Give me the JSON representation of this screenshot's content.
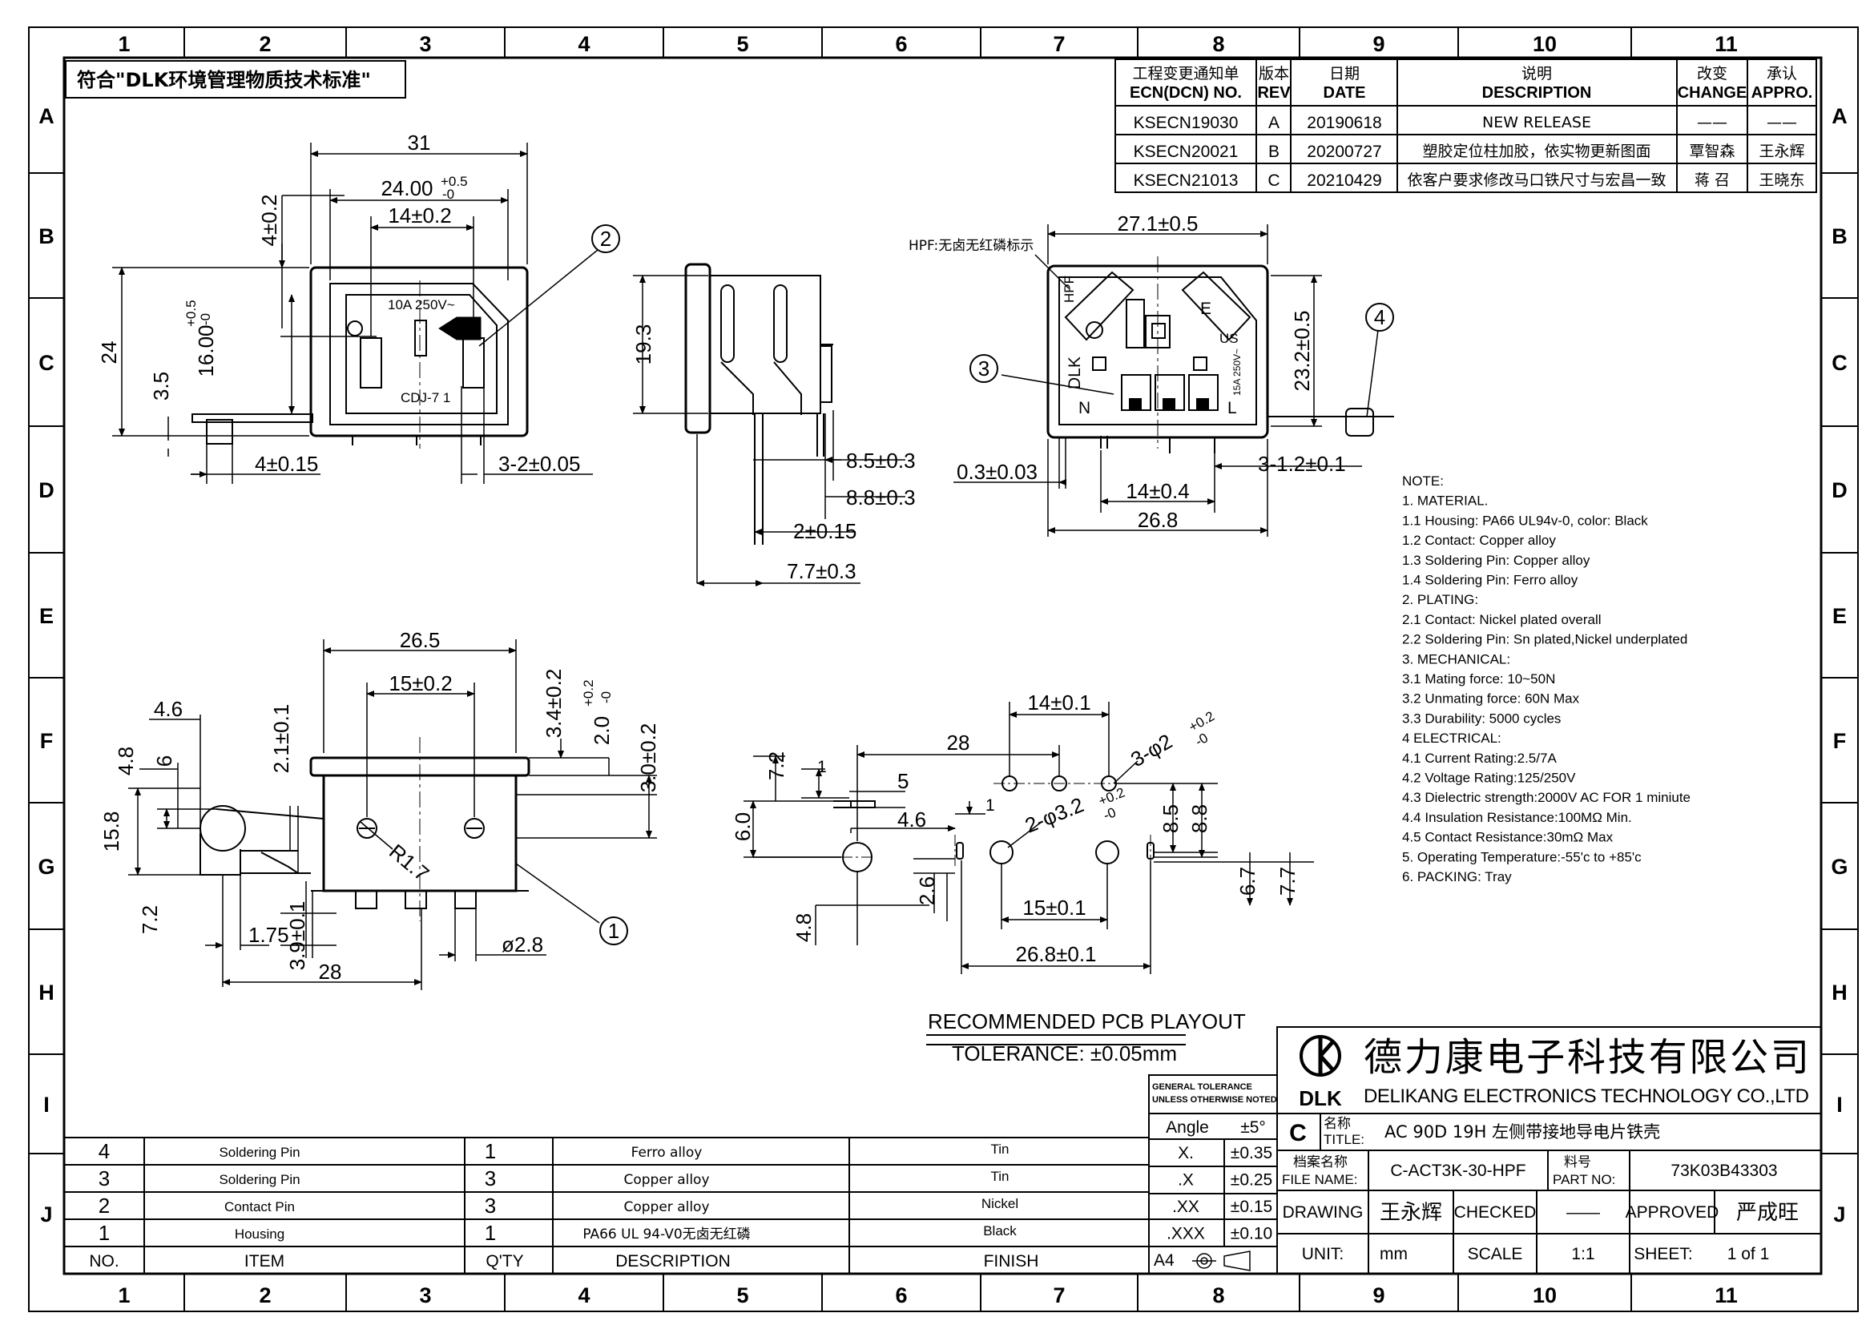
{
  "zones": {
    "columns": [
      "1",
      "2",
      "3",
      "4",
      "5",
      "6",
      "7",
      "8",
      "9",
      "10",
      "11"
    ],
    "rows": [
      "A",
      "B",
      "C",
      "D",
      "E",
      "F",
      "G",
      "H",
      "I",
      "J"
    ]
  },
  "compliance_note": "符合\"DLK环境管理物质技术标准\"",
  "revision_table": {
    "headers": {
      "ecn_cn": "工程变更通知单",
      "ecn_en": "ECN(DCN) NO.",
      "rev_cn": "版本",
      "rev_en": "REV",
      "date_cn": "日期",
      "date_en": "DATE",
      "desc_cn": "说明",
      "desc_en": "DESCRIPTION",
      "change_cn": "改变",
      "change_en": "CHANGE",
      "appro_cn": "承认",
      "appro_en": "APPRO."
    },
    "rows": [
      {
        "ecn": "KSECN19030",
        "rev": "A",
        "date": "20190618",
        "desc": "NEW RELEASE",
        "change": "——",
        "appro": "——"
      },
      {
        "ecn": "KSECN20021",
        "rev": "B",
        "date": "20200727",
        "desc": "塑胶定位柱加胶，依实物更新图面",
        "change": "覃智森",
        "appro": "王永辉"
      },
      {
        "ecn": "KSECN21013",
        "rev": "C",
        "date": "20210429",
        "desc": "依客户要求修改马口铁尺寸与宏昌一致",
        "change": "蒋 召",
        "appro": "王晓东"
      }
    ]
  },
  "front_view": {
    "dims": {
      "overall_width": "31",
      "opening_width": "24.00",
      "opening_width_tol_top": "+0.5",
      "opening_width_tol_bot": "-0",
      "pin_pitch": "14±0.2",
      "height": "24",
      "top_offset": "4±0.2",
      "opening_height": "16.00",
      "opening_height_tol_top": "+0.5",
      "opening_height_tol_bot": "-0",
      "plate_thickness": "3.5",
      "tab": "4±0.15",
      "pin_width": "3-2±0.05"
    },
    "markings": {
      "rating": "10A  250V~",
      "model": "CDJ-7  1"
    },
    "balloon": "2"
  },
  "side_view": {
    "dims": {
      "height": "19.3",
      "d1": "8.5±0.3",
      "d2": "8.8±0.3",
      "d3": "2±0.15",
      "d4": "7.7±0.3"
    }
  },
  "rear_view": {
    "hpf_label": "HPF:无卤无红磷标示",
    "dims": {
      "width": "27.1±0.5",
      "height": "23.2±0.5",
      "gap": "0.3±0.03",
      "pitch": "14±0.4",
      "base": "26.8",
      "pins": "3-1.2±0.1"
    },
    "letters": {
      "n": "N",
      "l": "L",
      "e": "E",
      "dlk": "DLK",
      "hpf": "HPF",
      "us": "US",
      "rating": "15A 250V~"
    },
    "balloons": {
      "housing": "3",
      "plate": "4"
    }
  },
  "bottom_view": {
    "dims": {
      "width": "26.5",
      "pitch": "15±0.2",
      "top1": "3.4±0.2",
      "top2": "2.0",
      "top2_tol_top": "+0.2",
      "top2_tol_bot": "-0",
      "top3": "3.0±0.2",
      "left1": "4.6",
      "left2": "6",
      "left3": "4.8",
      "left4": "15.8",
      "left5": "2.1±0.1",
      "bot1": "7.2",
      "bot2": "1.75",
      "bot3": "3.9±0.1",
      "bot4": "28",
      "hole": "ø2.8",
      "radius": "R1.7"
    },
    "balloon": "1"
  },
  "pcb_layout": {
    "dims": {
      "pitch_top": "14±0.1",
      "hole_top": "3-φ2",
      "hole_top_tol_top": "+0.2",
      "hole_top_tol_bot": "-0",
      "w28": "28",
      "h7_2": "7.2",
      "d1": "1",
      "d5": "5",
      "d1b": "1",
      "d4_6": "4.6",
      "d6_0": "6.0",
      "hole_big": "2-φ3.2",
      "hole_big_tol_top": "+0.2",
      "hole_big_tol_bot": "-0",
      "h8_5": "8.5",
      "h8_8": "8.8",
      "h6_7": "6.7",
      "h7_7": "7.7",
      "d2_6": "2.6",
      "d4_8": "4.8",
      "pitch_bot": "15±0.1",
      "width_bot": "26.8±0.1"
    },
    "title": "RECOMMENDED PCB PLAYOUT",
    "tolerance": "TOLERANCE: ±0.05mm"
  },
  "notes": [
    "NOTE:",
    "1.  MATERIAL.",
    "1.1  Housing:  PA66  UL94v-0,  color:  Black",
    "1.2  Contact:  Copper  alloy",
    "1.3  Soldering  Pin:  Copper  alloy",
    "1.4  Soldering  Pin:    Ferro  alloy",
    "2.  PLATING:",
    "2.1  Contact:  Nickel  plated  overall",
    "2.2  Soldering  Pin:  Sn  plated,Nickel  underplated",
    "3.    MECHANICAL:",
    "3.1  Mating  force:  10~50N",
    "3.2  Unmating  force:  60N  Max",
    "3.3  Durability:  5000  cycles",
    "4    ELECTRICAL:",
    "4.1  Current  Rating:2.5/7A",
    "4.2  Voltage  Rating:125/250V",
    "4.3  Dielectric  strength:2000V  AC  FOR  1  miniute",
    "4.4  Insulation  Resistance:100MΩ  Min.",
    "4.5  Contact  Resistance:30mΩ  Max",
    "5.  Operating  Temperature:-55'c  to  +85'c",
    "6.  PACKING:  Tray"
  ],
  "bom": {
    "headers": {
      "no": "NO.",
      "item": "ITEM",
      "qty": "Q'TY",
      "desc": "DESCRIPTION",
      "finish": "FINISH"
    },
    "rows": [
      {
        "no": "4",
        "item": "Soldering  Pin",
        "qty": "1",
        "desc": "Ferro  alloy",
        "finish": "Tin"
      },
      {
        "no": "3",
        "item": "Soldering  Pin",
        "qty": "3",
        "desc": "Copper  alloy",
        "finish": "Tin"
      },
      {
        "no": "2",
        "item": "Contact  Pin",
        "qty": "3",
        "desc": "Copper  alloy",
        "finish": "Nickel"
      },
      {
        "no": "1",
        "item": "Housing",
        "qty": "1",
        "desc": "PA66  UL  94-V0无卤无红磷",
        "finish": "Black"
      }
    ]
  },
  "tolerance_block": {
    "general1": "GENERAL TOLERANCE",
    "general2": "UNLESS OTHERWISE NOTED",
    "angle_label": "Angle",
    "angle_val": "±5°",
    "rows": [
      {
        "label": "X.",
        "val": "±0.35"
      },
      {
        "label": ".X",
        "val": "±0.25"
      },
      {
        "label": ".XX",
        "val": "±0.15"
      },
      {
        "label": ".XXX",
        "val": "±0.10"
      }
    ],
    "paper": "A4"
  },
  "title_block": {
    "company_cn": "德力康电子科技有限公司",
    "company_en": "DELIKANG  ELECTRONICS  TECHNOLOGY  CO.,LTD",
    "logo_text": "DLK",
    "rev": "C",
    "title_label_cn": "名称",
    "title_label_en": "TITLE:",
    "title": "AC 90D 19H  左侧带接地导电片铁壳",
    "file_label_cn": "档案名称",
    "file_label_en": "FILE NAME:",
    "file_name": "C-ACT3K-30-HPF",
    "part_label_cn": "料号",
    "part_label_en": "PART  NO:",
    "part_no": "73K03B43303",
    "drawing_label": "DRAWING",
    "drawing_name": "王永辉",
    "checked_label": "CHECKED",
    "checked_name": "——",
    "approved_label": "APPROVED",
    "approved_name": "严成旺",
    "unit_label": "UNIT:",
    "unit": "mm",
    "scale_label": "SCALE",
    "scale": "1:1",
    "sheet_label": "SHEET:",
    "sheet": "1  of  1"
  }
}
